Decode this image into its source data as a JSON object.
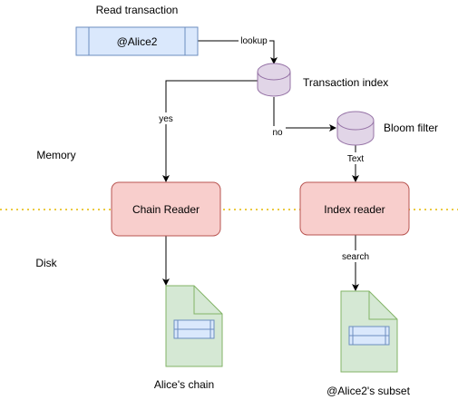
{
  "title": "Read transaction",
  "regions": {
    "memory": "Memory",
    "disk": "Disk"
  },
  "nodes": {
    "query": {
      "label": "@Alice2"
    },
    "transaction_index": {
      "label": "Transaction index"
    },
    "bloom_filter": {
      "label": "Bloom filter"
    },
    "chain_reader": {
      "label": "Chain Reader"
    },
    "index_reader": {
      "label": "Index reader"
    },
    "alice_chain": {
      "label": "Alice's chain"
    },
    "alice2_subset": {
      "label": "@Alice2's subset"
    }
  },
  "edges": {
    "lookup": "lookup",
    "yes": "yes",
    "no": "no",
    "text": "Text",
    "search": "search"
  },
  "colors": {
    "process_fill": "#dae8fc",
    "process_stroke": "#6c8ebf",
    "db_fill": "#e1d5e7",
    "db_stroke": "#9673a6",
    "reader_fill": "#f8cecc",
    "reader_stroke": "#b85450",
    "doc_fill": "#d5e8d4",
    "doc_stroke": "#82b366",
    "divider": "#e6b800"
  }
}
